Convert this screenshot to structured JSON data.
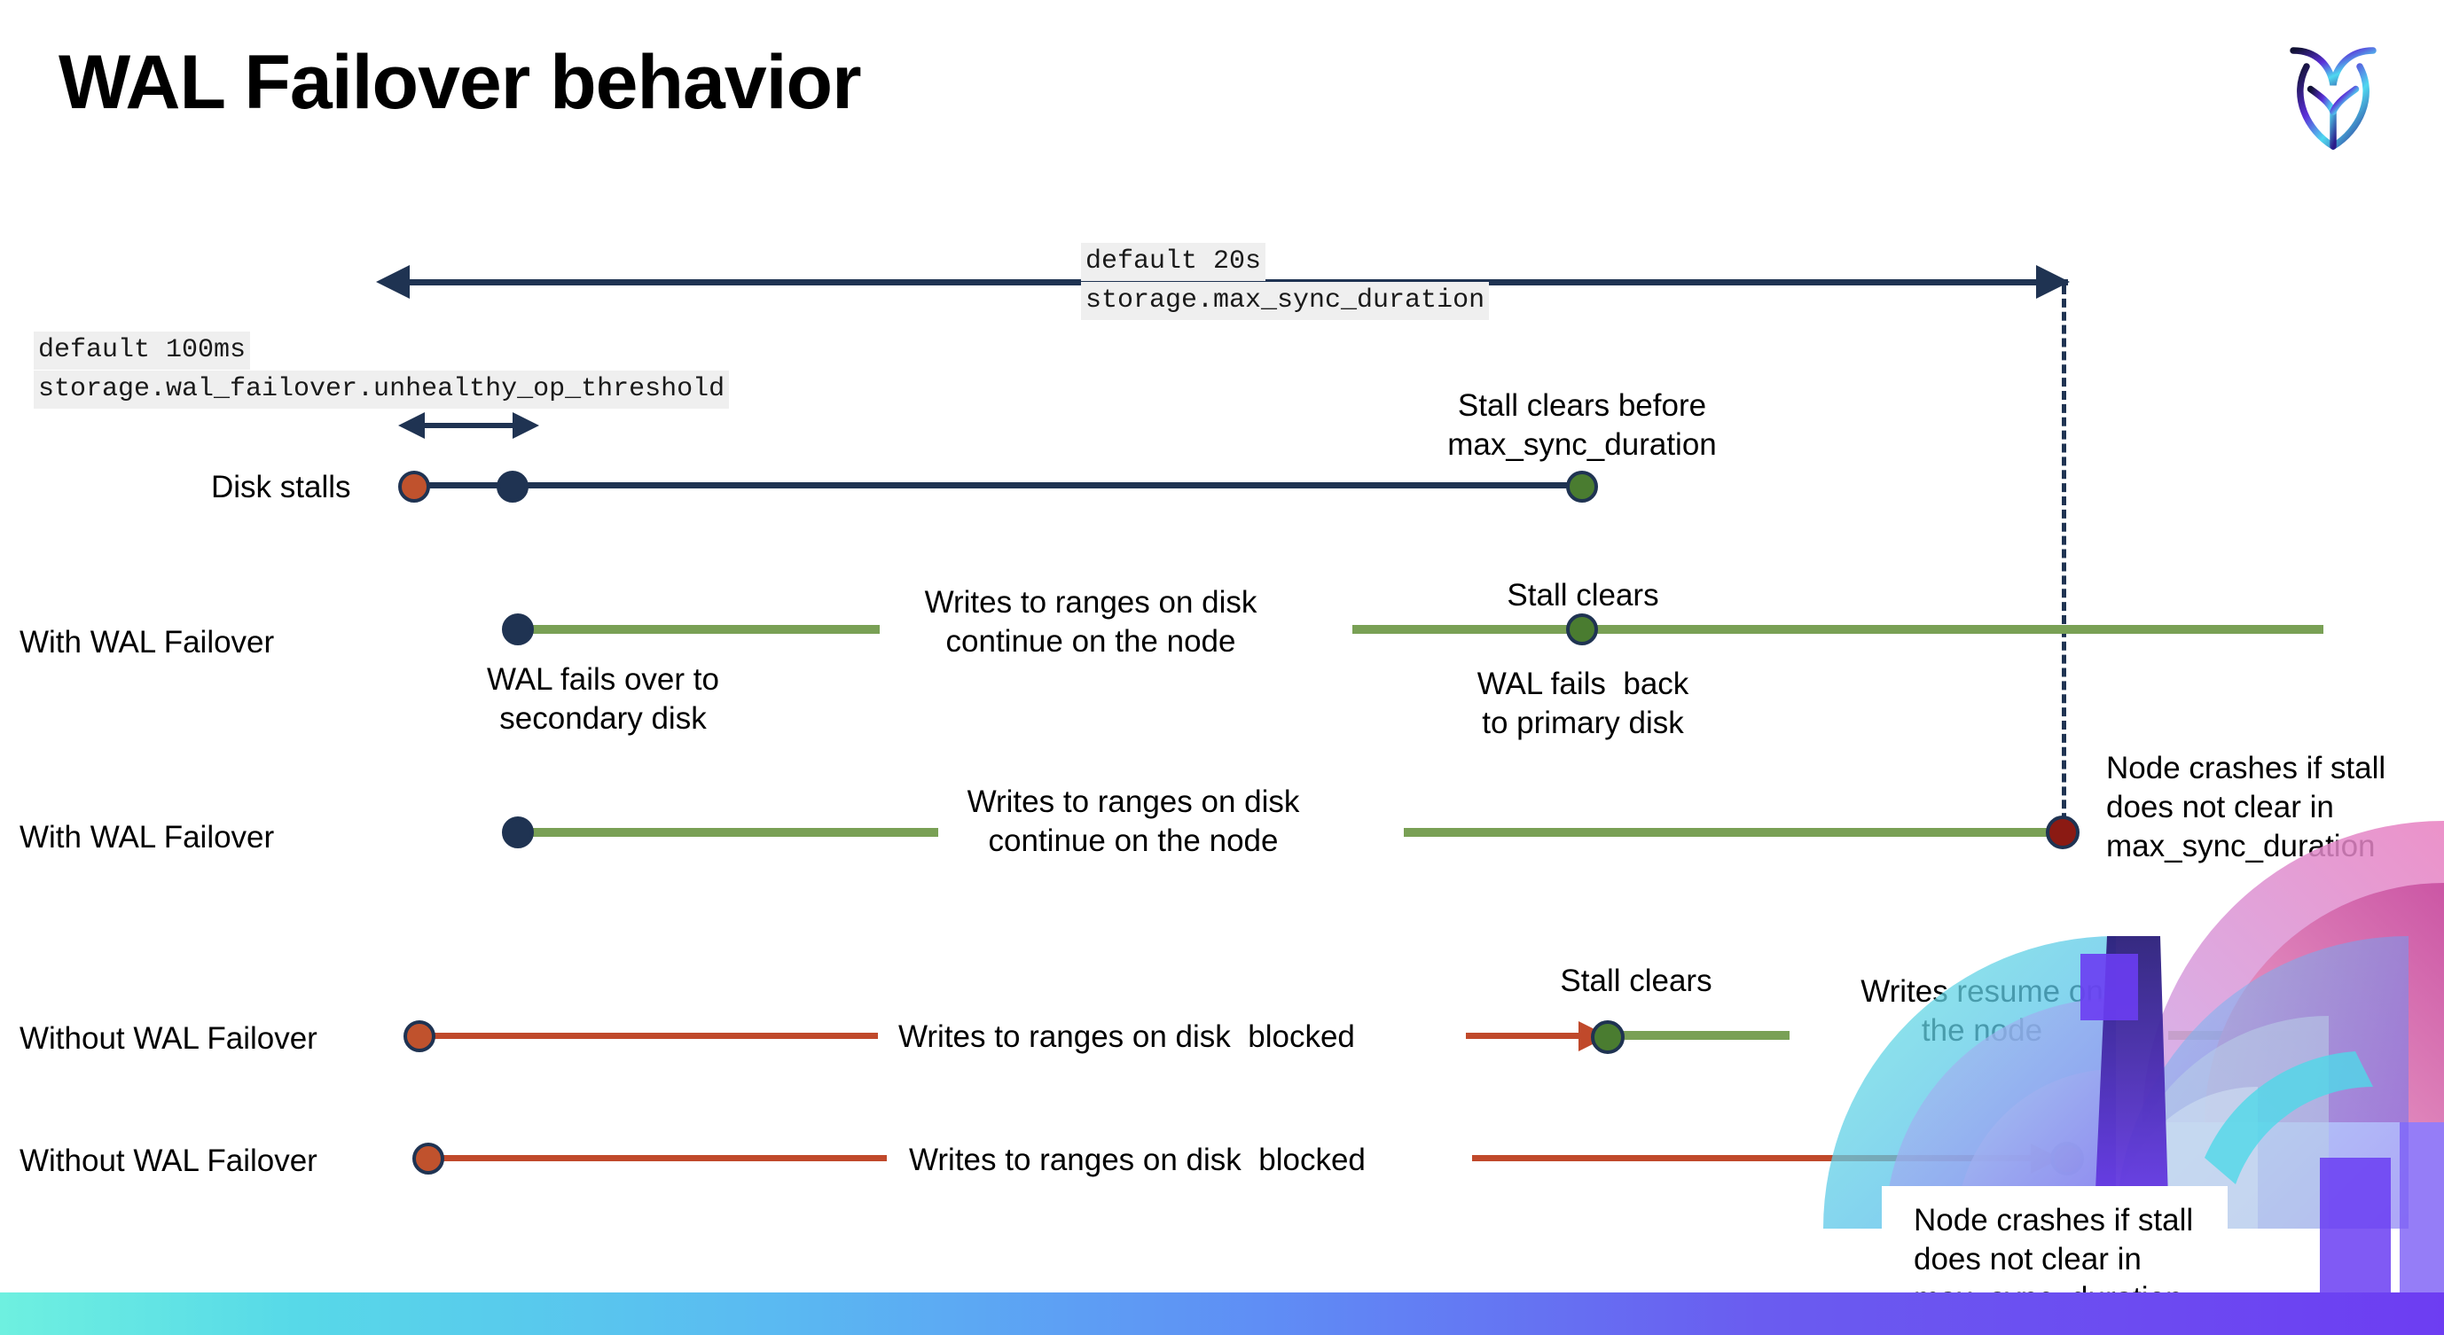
{
  "slide": {
    "title": "WAL Failover behavior",
    "logo_name": "cockroachdb-logo"
  },
  "settings": {
    "max_sync": {
      "default_label": "default 20s",
      "setting_name": "storage.max_sync_duration"
    },
    "unhealthy_op": {
      "default_label": "default 100ms",
      "setting_name": "storage.wal_failover.unhealthy_op_threshold"
    }
  },
  "rows": [
    {
      "id": "disk-stalls",
      "label": "Disk stalls",
      "note_above": "Stall clears before\nmax_sync_duration"
    },
    {
      "id": "with-wal-failover-1",
      "label": "With WAL Failover",
      "note_below_start": "WAL fails over to\nsecondary disk",
      "note_mid": "Writes to ranges on disk\ncontinue on the node",
      "note_clear": "Stall clears",
      "note_below_clear": "WAL fails  back\nto primary disk"
    },
    {
      "id": "with-wal-failover-2",
      "label": "With WAL Failover",
      "note_mid": "Writes to ranges on disk\ncontinue on the node",
      "note_crash": "Node crashes if stall\ndoes not clear in\nmax_sync_duration"
    },
    {
      "id": "without-wal-failover-1",
      "label": "Without WAL Failover",
      "note_mid": "Writes to ranges on disk  blocked",
      "note_clear": "Stall clears",
      "note_resume": "Writes resume on\nthe node"
    },
    {
      "id": "without-wal-failover-2",
      "label": "Without WAL Failover",
      "note_mid": "Writes to ranges on disk  blocked",
      "note_crash": "Node crashes if stall\ndoes not clear in\nmax_sync_duration"
    }
  ],
  "colors": {
    "navy": "#1f3352",
    "green_line": "#79a055",
    "red_line": "#c0492b",
    "dot_orange": "#c0522d",
    "dot_green": "#4a7c30",
    "dot_dark_red": "#8b1a13",
    "code_bg": "#efefef"
  }
}
